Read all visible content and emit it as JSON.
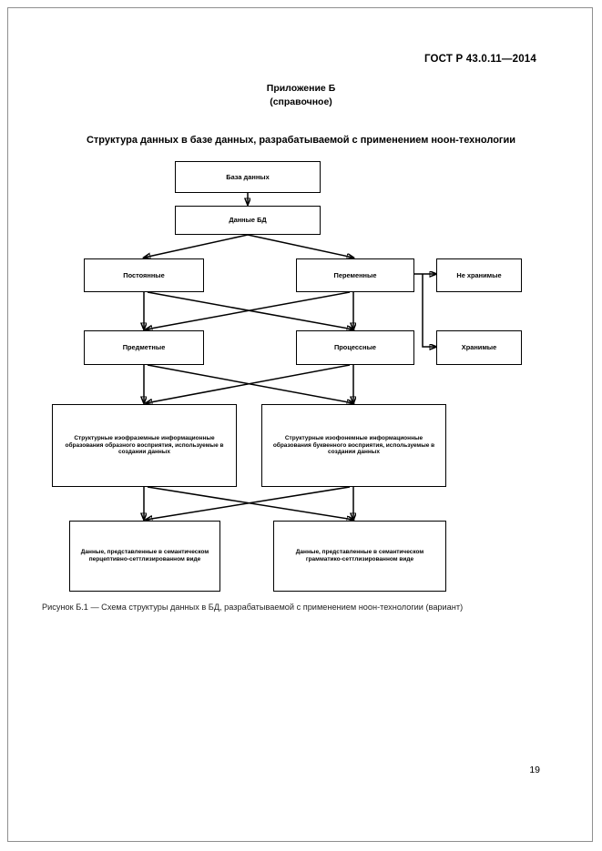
{
  "document": {
    "header": "ГОСТ Р 43.0.11—2014",
    "appendix_title": "Приложение Б",
    "appendix_kind": "(справочное)",
    "figure_title": "Структура данных в базе данных, разрабатываемой с применением ноон-технологии",
    "figure_caption": "Рисунок Б.1 — Схема структуры данных в БД, разрабатываемой с применением ноон-технологии (вариант)",
    "page_number": "19"
  },
  "diagram": {
    "nodes": [
      {
        "id": "db",
        "label": "База данных"
      },
      {
        "id": "db-data",
        "label": "Данные БД"
      },
      {
        "id": "constant",
        "label": "Постоянные"
      },
      {
        "id": "variable",
        "label": "Переменные"
      },
      {
        "id": "not-stored",
        "label": "Не хранимые"
      },
      {
        "id": "subject",
        "label": "Предметные"
      },
      {
        "id": "process",
        "label": "Процессные"
      },
      {
        "id": "stored",
        "label": "Хранимые"
      },
      {
        "id": "isophraseme",
        "label": "Структурные иэофраземные информационные образования образного восприятия, используемые в создании данных"
      },
      {
        "id": "isophoneme",
        "label": "Структурные иэофонемные информационные образования буквенного восприятия, используемые в создании данных"
      },
      {
        "id": "perceptive",
        "label": "Данные, представленные в семантическом перцептивно-сеттлизированном виде"
      },
      {
        "id": "grammatical",
        "label": "Данные, представленные в семантическом грамматико-сеттлизированном виде"
      }
    ],
    "colors": {
      "line": "#000000",
      "box_border": "#000000",
      "box_fill": "#ffffff",
      "page_bg": "#ffffff"
    }
  }
}
